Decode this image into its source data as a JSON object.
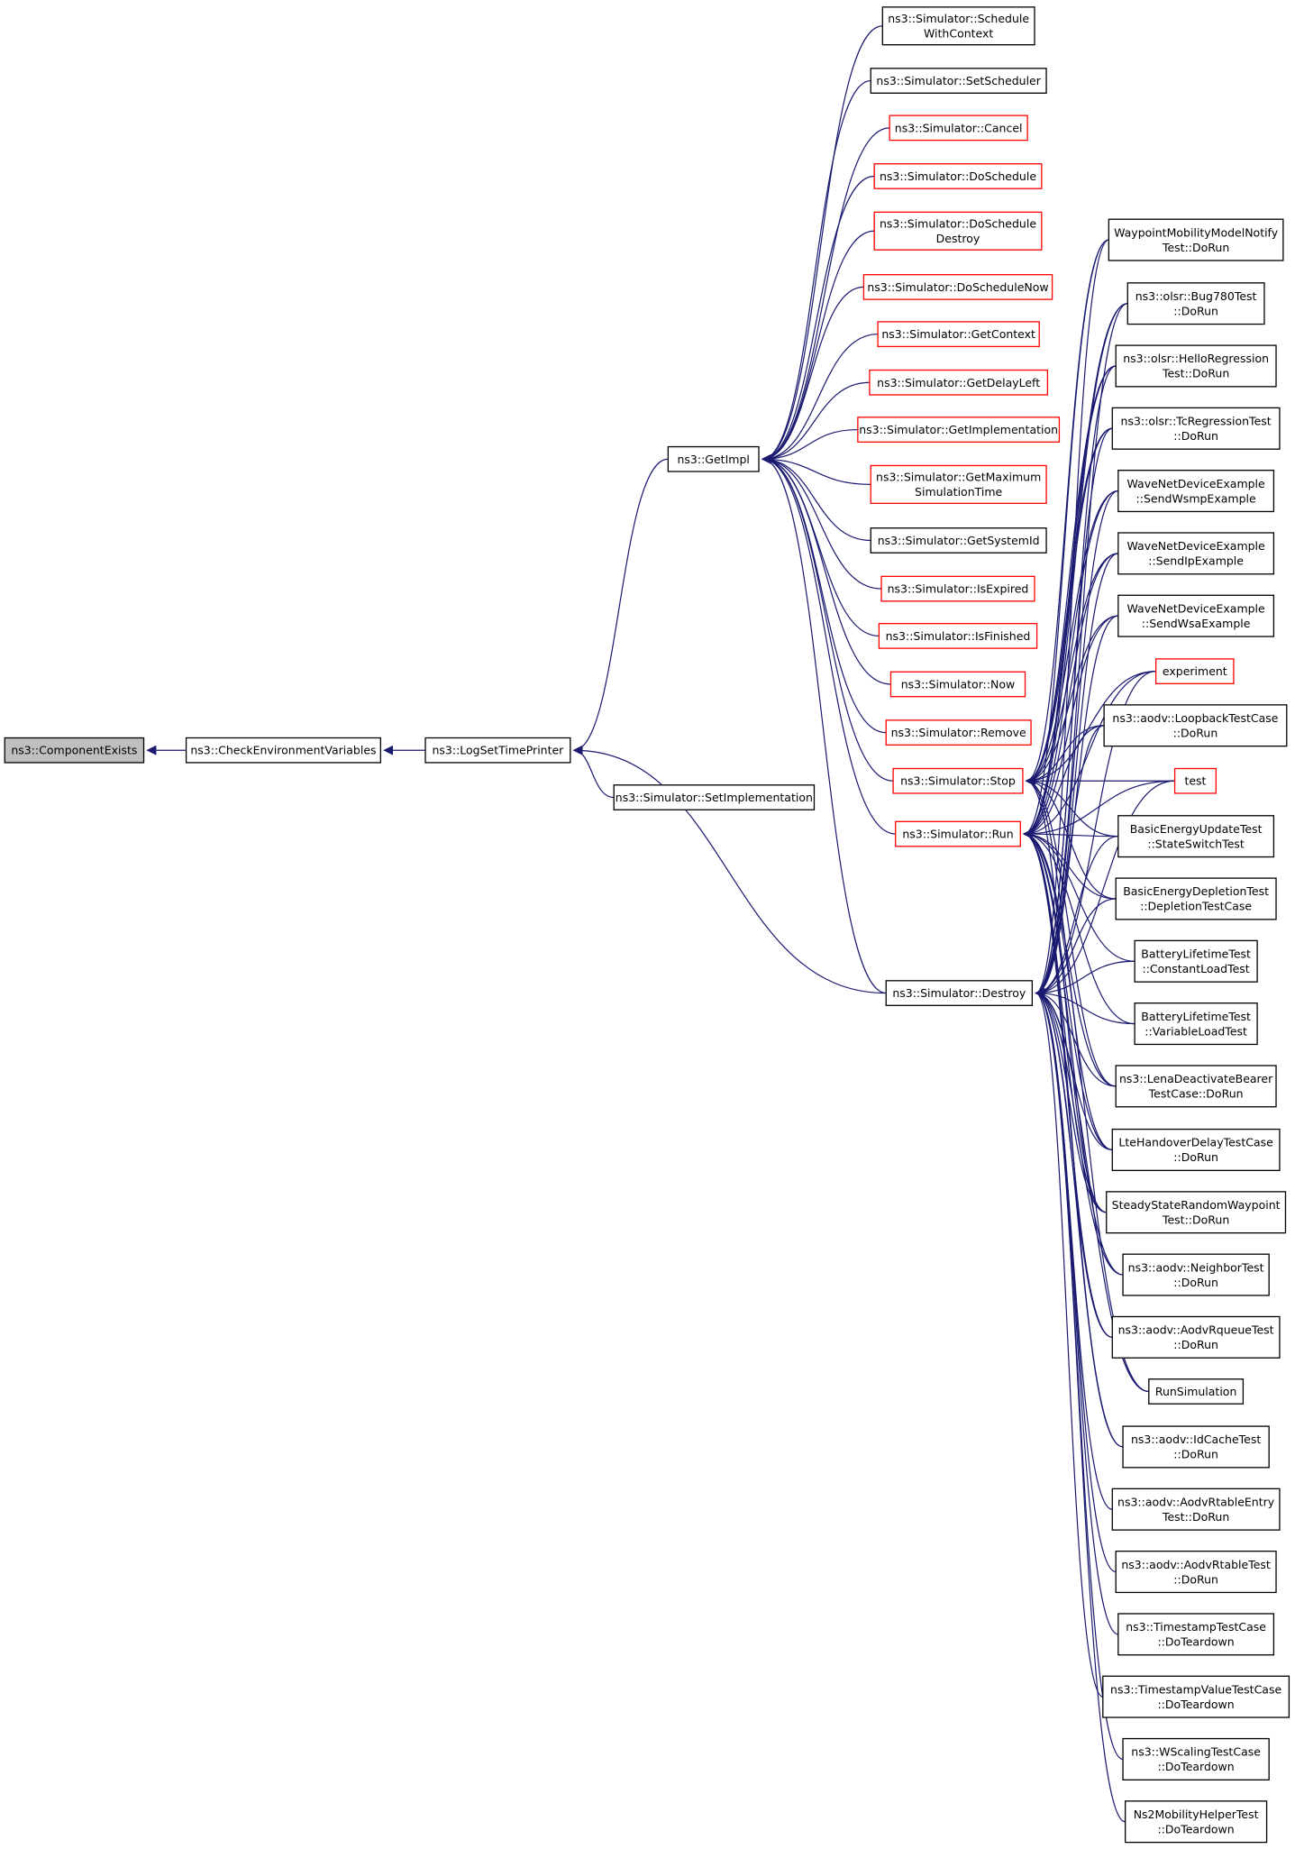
{
  "colors": {
    "edge": "#191970",
    "normal_border": "#000000",
    "highlight_border": "#ff0000",
    "root_fill": "#bfbfbf"
  },
  "nodes": {
    "componentexists": {
      "lines": [
        "ns3::ComponentExists"
      ],
      "style": "root"
    },
    "checkenvironmentvariables": {
      "lines": [
        "ns3::CheckEnvironmentVariables"
      ],
      "style": "black"
    },
    "logsettimeprinter": {
      "lines": [
        "ns3::LogSetTimePrinter"
      ],
      "style": "black"
    },
    "getimpl": {
      "lines": [
        "ns3::GetImpl"
      ],
      "style": "black"
    },
    "setimplementation": {
      "lines": [
        "ns3::Simulator::SetImplementation"
      ],
      "style": "black"
    },
    "destroy": {
      "lines": [
        "ns3::Simulator::Destroy"
      ],
      "style": "black"
    },
    "schedulewithcontext": {
      "lines": [
        "ns3::Simulator::Schedule",
        "WithContext"
      ],
      "style": "black"
    },
    "setscheduler": {
      "lines": [
        "ns3::Simulator::SetScheduler"
      ],
      "style": "black"
    },
    "cancel": {
      "lines": [
        "ns3::Simulator::Cancel"
      ],
      "style": "red"
    },
    "doschedule": {
      "lines": [
        "ns3::Simulator::DoSchedule"
      ],
      "style": "red"
    },
    "doscheduledestroy": {
      "lines": [
        "ns3::Simulator::DoSchedule",
        "Destroy"
      ],
      "style": "red"
    },
    "doschedulenow": {
      "lines": [
        "ns3::Simulator::DoScheduleNow"
      ],
      "style": "red"
    },
    "getcontext": {
      "lines": [
        "ns3::Simulator::GetContext"
      ],
      "style": "red"
    },
    "getdelayleft": {
      "lines": [
        "ns3::Simulator::GetDelayLeft"
      ],
      "style": "red"
    },
    "getimplementation": {
      "lines": [
        "ns3::Simulator::GetImplementation"
      ],
      "style": "red"
    },
    "getmaximum": {
      "lines": [
        "ns3::Simulator::GetMaximum",
        "SimulationTime"
      ],
      "style": "red"
    },
    "getsystemid": {
      "lines": [
        "ns3::Simulator::GetSystemId"
      ],
      "style": "black"
    },
    "isexpired": {
      "lines": [
        "ns3::Simulator::IsExpired"
      ],
      "style": "red"
    },
    "isfinished": {
      "lines": [
        "ns3::Simulator::IsFinished"
      ],
      "style": "red"
    },
    "now": {
      "lines": [
        "ns3::Simulator::Now"
      ],
      "style": "red"
    },
    "remove": {
      "lines": [
        "ns3::Simulator::Remove"
      ],
      "style": "red"
    },
    "stop": {
      "lines": [
        "ns3::Simulator::Stop"
      ],
      "style": "red"
    },
    "run": {
      "lines": [
        "ns3::Simulator::Run"
      ],
      "style": "red"
    },
    "waypoint": {
      "lines": [
        "WaypointMobilityModelNotify",
        "Test::DoRun"
      ],
      "style": "black"
    },
    "bug780": {
      "lines": [
        "ns3::olsr::Bug780Test",
        "::DoRun"
      ],
      "style": "black"
    },
    "helloregression": {
      "lines": [
        "ns3::olsr::HelloRegression",
        "Test::DoRun"
      ],
      "style": "black"
    },
    "tcregression": {
      "lines": [
        "ns3::olsr::TcRegressionTest",
        "::DoRun"
      ],
      "style": "black"
    },
    "sendwsmp": {
      "lines": [
        "WaveNetDeviceExample",
        "::SendWsmpExample"
      ],
      "style": "black"
    },
    "sendip": {
      "lines": [
        "WaveNetDeviceExample",
        "::SendIpExample"
      ],
      "style": "black"
    },
    "sendwsa": {
      "lines": [
        "WaveNetDeviceExample",
        "::SendWsaExample"
      ],
      "style": "black"
    },
    "experiment": {
      "lines": [
        "experiment"
      ],
      "style": "red"
    },
    "loopback": {
      "lines": [
        "ns3::aodv::LoopbackTestCase",
        "::DoRun"
      ],
      "style": "black"
    },
    "test": {
      "lines": [
        "test"
      ],
      "style": "red"
    },
    "energyupdate": {
      "lines": [
        "BasicEnergyUpdateTest",
        "::StateSwitchTest"
      ],
      "style": "black"
    },
    "energydepletion": {
      "lines": [
        "BasicEnergyDepletionTest",
        "::DepletionTestCase"
      ],
      "style": "black"
    },
    "constantload": {
      "lines": [
        "BatteryLifetimeTest",
        "::ConstantLoadTest"
      ],
      "style": "black"
    },
    "variableload": {
      "lines": [
        "BatteryLifetimeTest",
        "::VariableLoadTest"
      ],
      "style": "black"
    },
    "lenadeactivate": {
      "lines": [
        "ns3::LenaDeactivateBearer",
        "TestCase::DoRun"
      ],
      "style": "black"
    },
    "ltehandover": {
      "lines": [
        "LteHandoverDelayTestCase",
        "::DoRun"
      ],
      "style": "black"
    },
    "steadystate": {
      "lines": [
        "SteadyStateRandomWaypoint",
        "Test::DoRun"
      ],
      "style": "black"
    },
    "neighbortest": {
      "lines": [
        "ns3::aodv::NeighborTest",
        "::DoRun"
      ],
      "style": "black"
    },
    "aodvrqueue": {
      "lines": [
        "ns3::aodv::AodvRqueueTest",
        "::DoRun"
      ],
      "style": "black"
    },
    "runsimulation": {
      "lines": [
        "RunSimulation"
      ],
      "style": "black"
    },
    "idcache": {
      "lines": [
        "ns3::aodv::IdCacheTest",
        "::DoRun"
      ],
      "style": "black"
    },
    "rtableentry": {
      "lines": [
        "ns3::aodv::AodvRtableEntry",
        "Test::DoRun"
      ],
      "style": "black"
    },
    "rtabletest": {
      "lines": [
        "ns3::aodv::AodvRtableTest",
        "::DoRun"
      ],
      "style": "black"
    },
    "timestamptc": {
      "lines": [
        "ns3::TimestampTestCase",
        "::DoTeardown"
      ],
      "style": "black"
    },
    "timestampvalue": {
      "lines": [
        "ns3::TimestampValueTestCase",
        "::DoTeardown"
      ],
      "style": "black"
    },
    "wscaling": {
      "lines": [
        "ns3::WScalingTestCase",
        "::DoTeardown"
      ],
      "style": "black"
    },
    "ns2mobility": {
      "lines": [
        "Ns2MobilityHelperTest",
        "::DoTeardown"
      ],
      "style": "black"
    }
  },
  "edges": [
    [
      "checkenvironmentvariables",
      "componentexists"
    ],
    [
      "logsettimeprinter",
      "checkenvironmentvariables"
    ],
    [
      "getimpl",
      "logsettimeprinter"
    ],
    [
      "setimplementation",
      "logsettimeprinter"
    ],
    [
      "destroy",
      "logsettimeprinter"
    ],
    [
      "schedulewithcontext",
      "getimpl"
    ],
    [
      "setscheduler",
      "getimpl"
    ],
    [
      "cancel",
      "getimpl"
    ],
    [
      "doschedule",
      "getimpl"
    ],
    [
      "doscheduledestroy",
      "getimpl"
    ],
    [
      "doschedulenow",
      "getimpl"
    ],
    [
      "getcontext",
      "getimpl"
    ],
    [
      "getdelayleft",
      "getimpl"
    ],
    [
      "getimplementation",
      "getimpl"
    ],
    [
      "getmaximum",
      "getimpl"
    ],
    [
      "getsystemid",
      "getimpl"
    ],
    [
      "isexpired",
      "getimpl"
    ],
    [
      "isfinished",
      "getimpl"
    ],
    [
      "now",
      "getimpl"
    ],
    [
      "remove",
      "getimpl"
    ],
    [
      "stop",
      "getimpl"
    ],
    [
      "run",
      "getimpl"
    ],
    [
      "destroy",
      "getimpl"
    ],
    [
      "waypoint",
      "stop"
    ],
    [
      "bug780",
      "stop"
    ],
    [
      "helloregression",
      "stop"
    ],
    [
      "tcregression",
      "stop"
    ],
    [
      "sendwsmp",
      "stop"
    ],
    [
      "sendip",
      "stop"
    ],
    [
      "sendwsa",
      "stop"
    ],
    [
      "experiment",
      "stop"
    ],
    [
      "loopback",
      "stop"
    ],
    [
      "test",
      "stop"
    ],
    [
      "energyupdate",
      "stop"
    ],
    [
      "energydepletion",
      "stop"
    ],
    [
      "lenadeactivate",
      "stop"
    ],
    [
      "ltehandover",
      "stop"
    ],
    [
      "steadystate",
      "stop"
    ],
    [
      "waypoint",
      "run"
    ],
    [
      "bug780",
      "run"
    ],
    [
      "helloregression",
      "run"
    ],
    [
      "tcregression",
      "run"
    ],
    [
      "sendwsmp",
      "run"
    ],
    [
      "sendip",
      "run"
    ],
    [
      "sendwsa",
      "run"
    ],
    [
      "experiment",
      "run"
    ],
    [
      "loopback",
      "run"
    ],
    [
      "test",
      "run"
    ],
    [
      "energyupdate",
      "run"
    ],
    [
      "energydepletion",
      "run"
    ],
    [
      "constantload",
      "run"
    ],
    [
      "variableload",
      "run"
    ],
    [
      "lenadeactivate",
      "run"
    ],
    [
      "ltehandover",
      "run"
    ],
    [
      "steadystate",
      "run"
    ],
    [
      "neighbortest",
      "run"
    ],
    [
      "aodvrqueue",
      "run"
    ],
    [
      "runsimulation",
      "run"
    ],
    [
      "idcache",
      "run"
    ],
    [
      "waypoint",
      "destroy"
    ],
    [
      "bug780",
      "destroy"
    ],
    [
      "helloregression",
      "destroy"
    ],
    [
      "tcregression",
      "destroy"
    ],
    [
      "sendwsmp",
      "destroy"
    ],
    [
      "sendip",
      "destroy"
    ],
    [
      "sendwsa",
      "destroy"
    ],
    [
      "experiment",
      "destroy"
    ],
    [
      "loopback",
      "destroy"
    ],
    [
      "test",
      "destroy"
    ],
    [
      "energyupdate",
      "destroy"
    ],
    [
      "energydepletion",
      "destroy"
    ],
    [
      "constantload",
      "destroy"
    ],
    [
      "variableload",
      "destroy"
    ],
    [
      "lenadeactivate",
      "destroy"
    ],
    [
      "ltehandover",
      "destroy"
    ],
    [
      "steadystate",
      "destroy"
    ],
    [
      "neighbortest",
      "destroy"
    ],
    [
      "aodvrqueue",
      "destroy"
    ],
    [
      "runsimulation",
      "destroy"
    ],
    [
      "idcache",
      "destroy"
    ],
    [
      "rtableentry",
      "destroy"
    ],
    [
      "rtabletest",
      "destroy"
    ],
    [
      "timestamptc",
      "destroy"
    ],
    [
      "timestampvalue",
      "destroy"
    ],
    [
      "wscaling",
      "destroy"
    ],
    [
      "ns2mobility",
      "destroy"
    ]
  ]
}
